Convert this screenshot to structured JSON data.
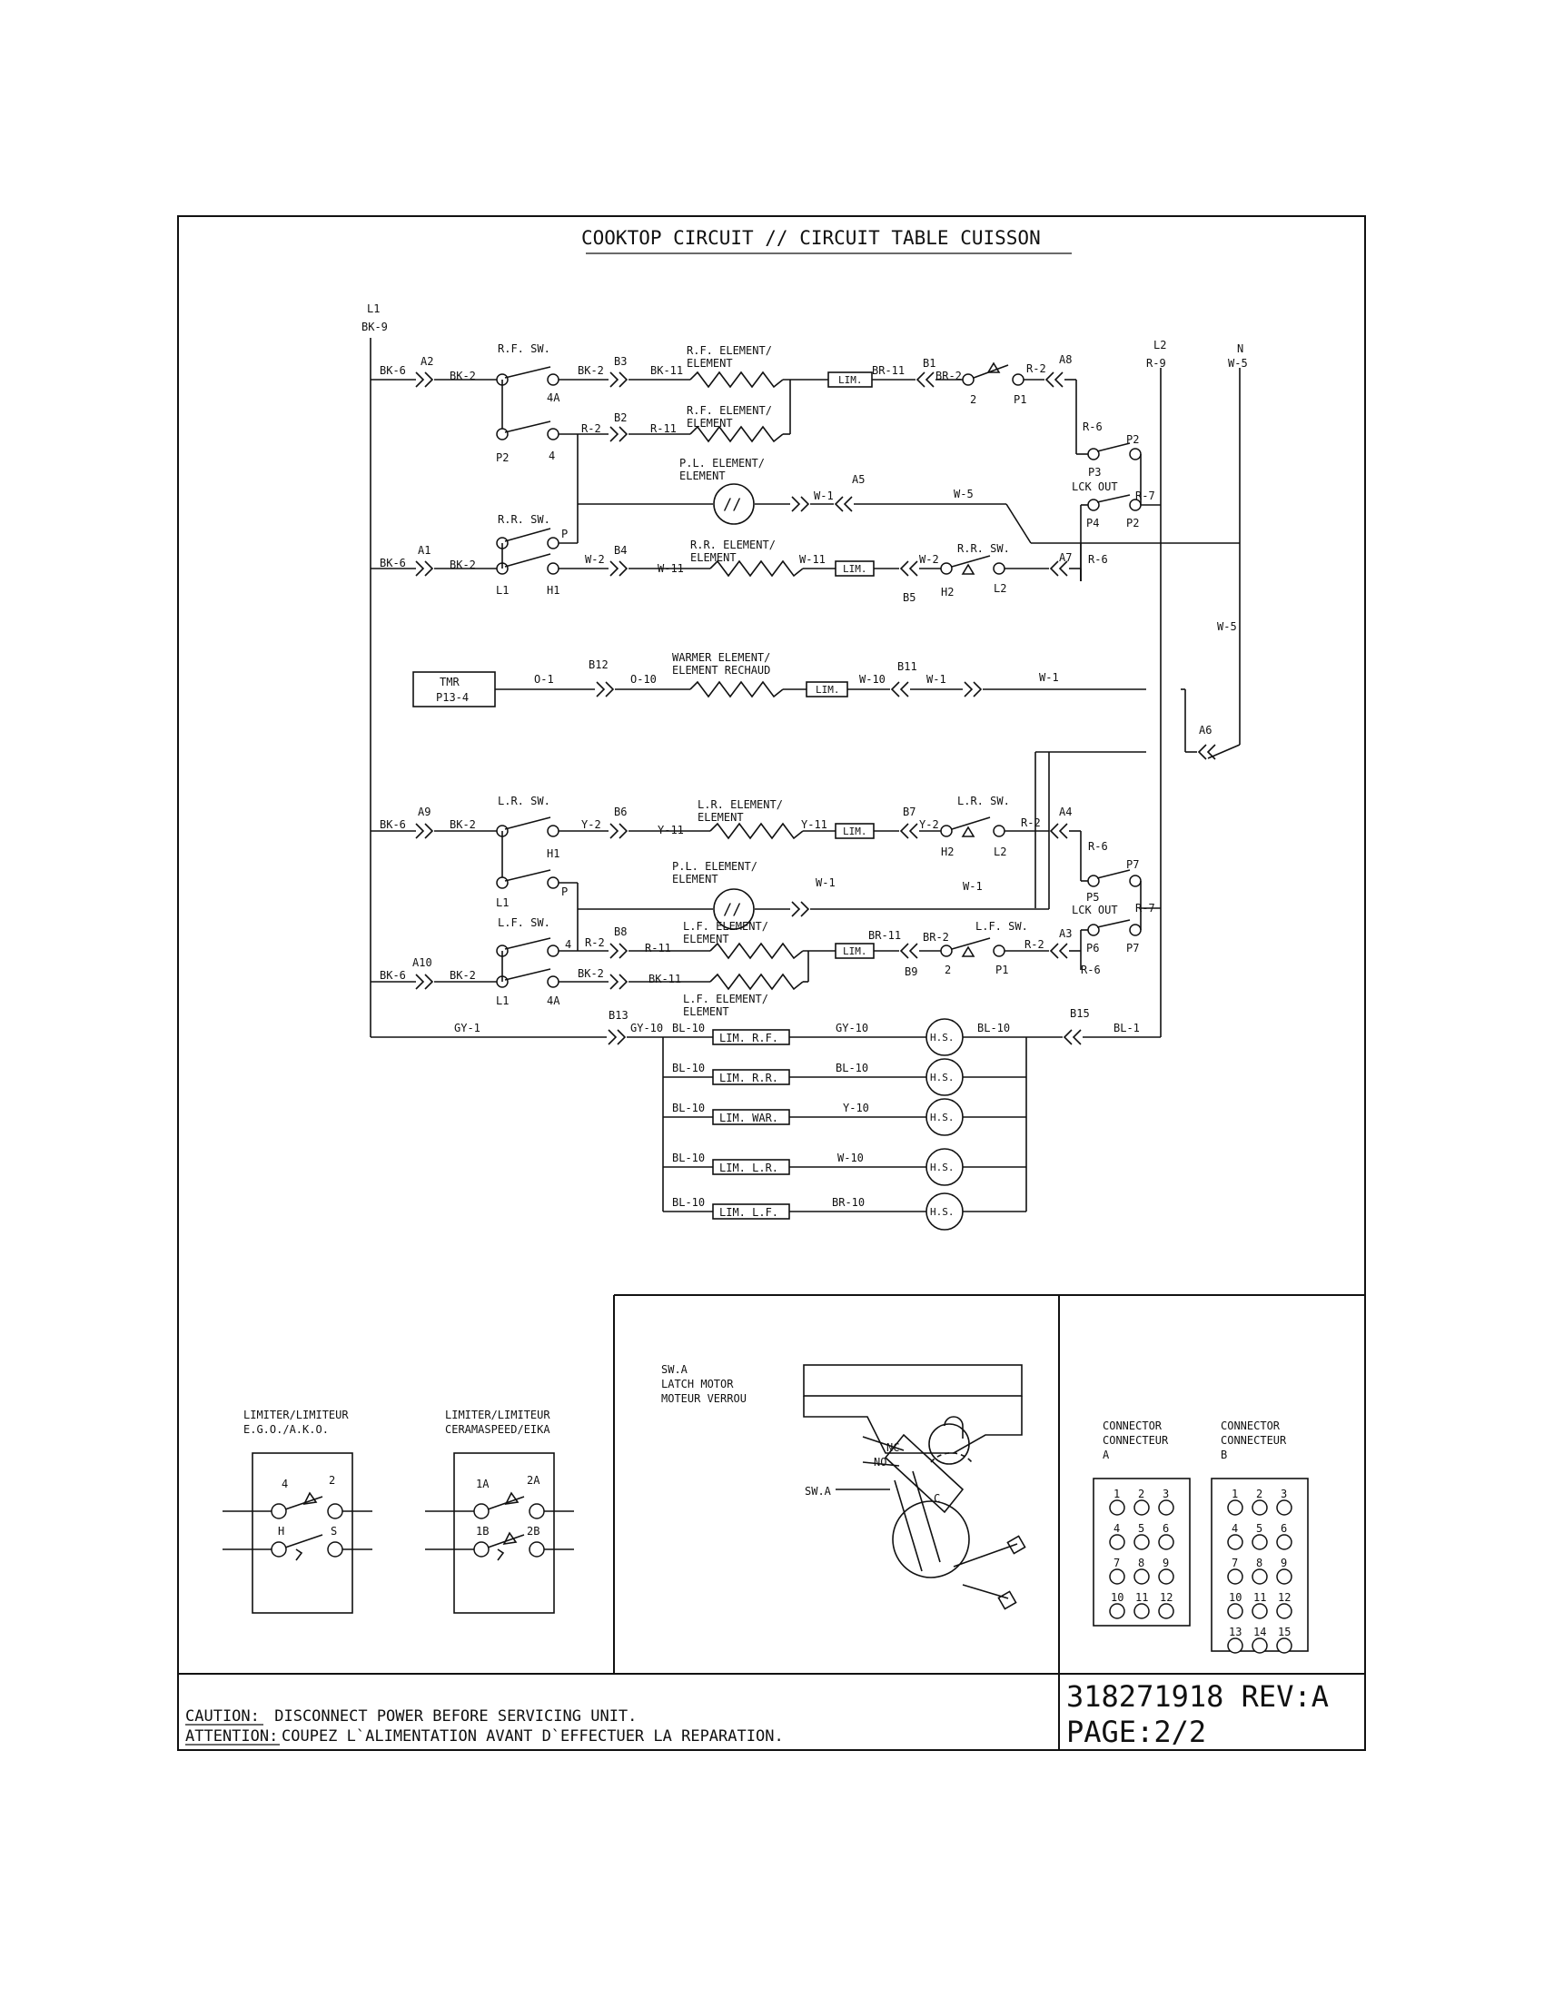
{
  "title": "COOKTOP CIRCUIT // CIRCUIT TABLE CUISSON",
  "power_labels": {
    "l1": "L1",
    "l1_wire": "BK-9",
    "l2": "L2",
    "l2_wire": "R-9",
    "n": "N",
    "n_wire": "W-5"
  },
  "rf_section": {
    "a2": "A2",
    "bk6": "BK-6",
    "bk2": "BK-2",
    "switch": "R.F. SW.",
    "p2": "P2",
    "t4": "4",
    "t4a": "4A",
    "b3": "B3",
    "bk2b": "BK-2",
    "bk11": "BK-11",
    "el1": "R.F. ELEMENT/",
    "el1b": "ELEMENT",
    "lim": "LIM.",
    "br11": "BR-11",
    "b1": "B1",
    "br2": "BR-2",
    "t2": "2",
    "p1": "P1",
    "r2": "R-2",
    "a8": "A8",
    "b2": "B2",
    "r2b": "R-2",
    "r11": "R-11",
    "el2": "R.F. ELEMENT/",
    "el2b": "ELEMENT",
    "r6": "R-6"
  },
  "pl_upper": {
    "el": "P.L. ELEMENT/",
    "elb": "ELEMENT",
    "w1": "W-1",
    "a5": "A5",
    "w5": "W-5",
    "symbol": "//"
  },
  "lockout_upper": {
    "p2": "P2",
    "p3": "P3",
    "label": "LCK OUT",
    "r7": "R-7",
    "p4": "P4",
    "p2b": "P2"
  },
  "rr_section": {
    "switch": "R.R. SW.",
    "p": "P",
    "a1": "A1",
    "bk6": "BK-6",
    "bk2": "BK-2",
    "l1": "L1",
    "h1": "H1",
    "w2": "W-2",
    "b4": "B4",
    "w11": "W-11",
    "el": "R.R. ELEMENT/",
    "elb": "ELEMENT",
    "w11b": "W-11",
    "lim": "LIM.",
    "b5": "B5",
    "w2b": "W-2",
    "switch2": "R.R. SW.",
    "h2": "H2",
    "l2": "L2",
    "a7": "A7",
    "r6": "R-6"
  },
  "w5_side": "W-5",
  "warmer": {
    "tmr1": "TMR",
    "tmr2": "P13-4",
    "o1": "O-1",
    "b12": "B12",
    "o10": "O-10",
    "el": "WARMER ELEMENT/",
    "elb": "ELEMENT RECHAUD",
    "lim": "LIM.",
    "w10": "W-10",
    "b11": "B11",
    "w1": "W-1",
    "w1b": "W-1",
    "a6": "A6"
  },
  "lr_section": {
    "switch": "L.R. SW.",
    "a9": "A9",
    "bk6": "BK-6",
    "bk2": "BK-2",
    "h1": "H1",
    "y2": "Y-2",
    "b6": "B6",
    "y11": "Y-11",
    "el": "L.R. ELEMENT/",
    "elb": "ELEMENT",
    "y11b": "Y-11",
    "lim": "LIM.",
    "b7": "B7",
    "y2b": "Y-2",
    "switch2": "L.R. SW.",
    "h2": "H2",
    "l2": "L2",
    "r2": "R-2",
    "a4": "A4",
    "l1": "L1",
    "p": "P",
    "r6": "R-6"
  },
  "pl_lower": {
    "el": "P.L. ELEMENT/",
    "elb": "ELEMENT",
    "w1": "W-1",
    "w1b": "W-1",
    "symbol": "//"
  },
  "lockout_lower": {
    "p7": "P7",
    "p5": "P5",
    "label": "LCK OUT",
    "r7": "R-7",
    "p6": "P6",
    "p7b": "P7"
  },
  "lf_section": {
    "switch": "L.F. SW.",
    "a10": "A10",
    "bk6": "BK-6",
    "bk2": "BK-2",
    "t4": "4",
    "r2": "R-2",
    "b8": "B8",
    "r11": "R-11",
    "el": "L.F. ELEMENT/",
    "elb": "ELEMENT",
    "lim": "LIM.",
    "br11": "BR-11",
    "br2": "BR-2",
    "b9": "B9",
    "t2": "2",
    "switch2": "L.F. SW.",
    "p1": "P1",
    "r2b": "R-2",
    "a3": "A3",
    "r6": "R-6",
    "l1": "L1",
    "t4a": "4A",
    "bk2b": "BK-2",
    "bk11": "BK-11",
    "el2": "L.F. ELEMENT/",
    "el2b": "ELEMENT"
  },
  "hot_surface": {
    "gy1": "GY-1",
    "b13": "B13",
    "gy10": "GY-10",
    "b15": "B15",
    "bl1": "BL-1",
    "bl10": "BL-10",
    "hs": "H.S.",
    "rows": [
      {
        "lead": "BL-10",
        "lim": "LIM. R.F.",
        "wire": "GY-10"
      },
      {
        "lead": "BL-10",
        "lim": "LIM. R.R.",
        "wire": "BL-10"
      },
      {
        "lead": "BL-10",
        "lim": "LIM. WAR.",
        "wire": "Y-10"
      },
      {
        "lead": "BL-10",
        "lim": "LIM. L.R.",
        "wire": "W-10"
      },
      {
        "lead": "BL-10",
        "lim": "LIM. L.F.",
        "wire": "BR-10"
      }
    ]
  },
  "limiter_ego": {
    "t1": "LIMITER/LIMITEUR",
    "t2": "E.G.O./A.K.O.",
    "p4": "4",
    "p2": "2",
    "ph": "H",
    "ps": "S"
  },
  "limiter_cera": {
    "t1": "LIMITER/LIMITEUR",
    "t2": "CERAMASPEED/EIKA",
    "p1a": "1A",
    "p2a": "2A",
    "p1b": "1B",
    "p2b": "2B"
  },
  "latch": {
    "t1": "SW.A",
    "t2": "LATCH MOTOR",
    "t3": "MOTEUR VERROU",
    "nc": "NC",
    "no": "NO",
    "swa": "SW.A",
    "c": "C"
  },
  "connector_a": {
    "t1": "CONNECTOR",
    "t2": "CONNECTEUR",
    "t3": "A",
    "pins": [
      "1",
      "2",
      "3",
      "4",
      "5",
      "6",
      "7",
      "8",
      "9",
      "10",
      "11",
      "12"
    ]
  },
  "connector_b": {
    "t1": "CONNECTOR",
    "t2": "CONNECTEUR",
    "t3": "B",
    "pins": [
      "1",
      "2",
      "3",
      "4",
      "5",
      "6",
      "7",
      "8",
      "9",
      "10",
      "11",
      "12",
      "13",
      "14",
      "15"
    ]
  },
  "footer": {
    "caution_label": "CAUTION:",
    "caution_text": " DISCONNECT POWER BEFORE SERVICING UNIT.",
    "attention_label": "ATTENTION:",
    "attention_text": "COUPEZ L`ALIMENTATION AVANT D`EFFECTUER LA REPARATION.",
    "part_number": "318271918 REV:A",
    "page": "PAGE:2/2"
  }
}
